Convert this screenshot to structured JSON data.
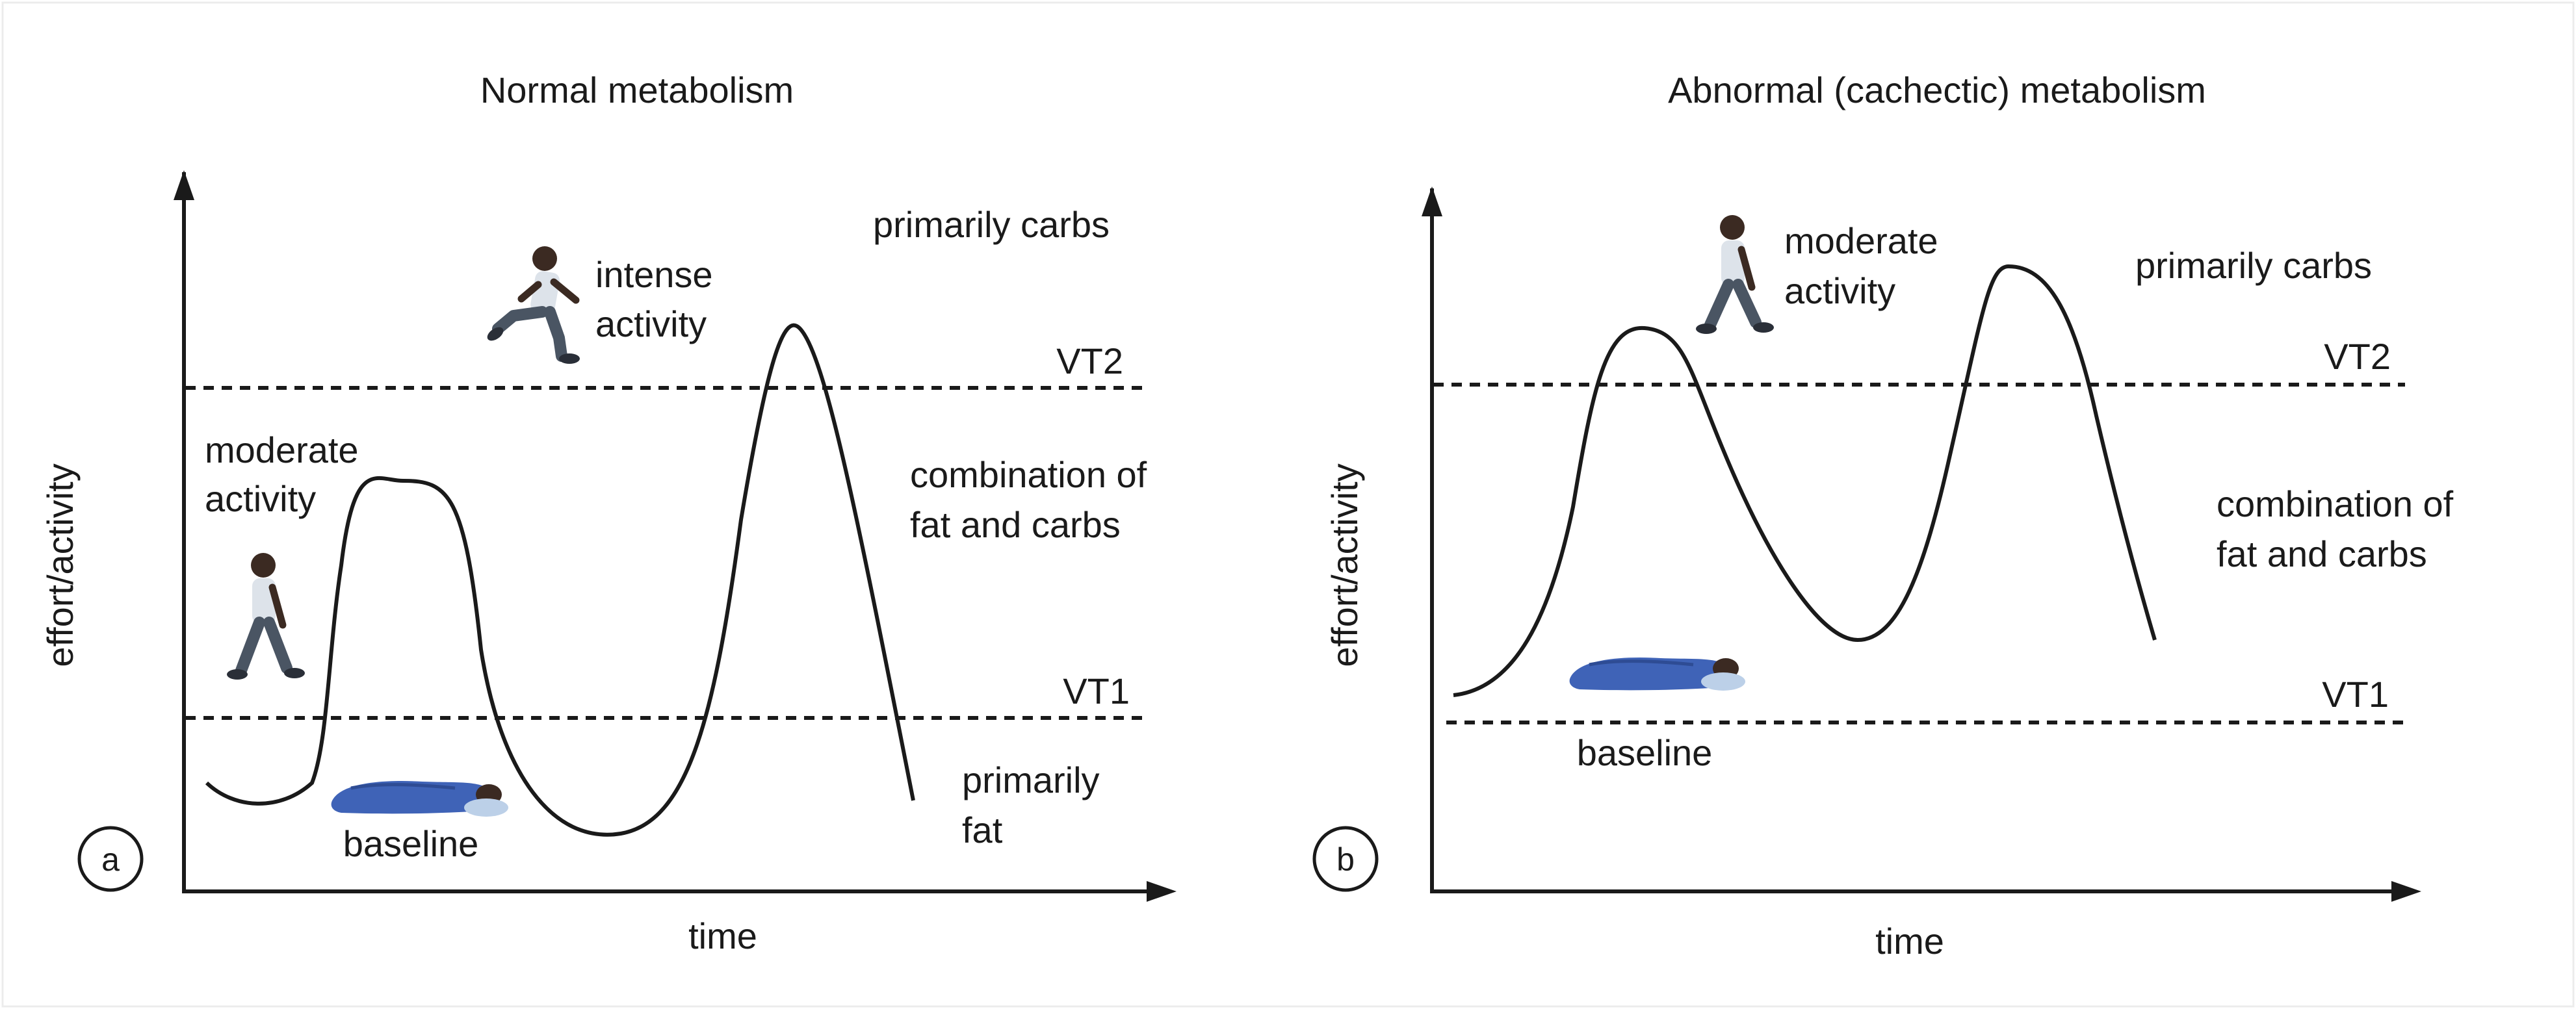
{
  "panel_a": {
    "title": "Normal metabolism",
    "circle_label": "a",
    "ylabel": "effort/activity",
    "xlabel": "time",
    "threshold_upper": "VT2",
    "threshold_lower": "VT1",
    "zone_top": "primarily carbs",
    "zone_mid_line1": "combination of",
    "zone_mid_line2": "fat and carbs",
    "zone_bottom_line1": "primarily",
    "zone_bottom_line2": "fat",
    "moderate_line1": "moderate",
    "moderate_line2": "activity",
    "intense_line1": "intense",
    "intense_line2": "activity",
    "baseline": "baseline"
  },
  "panel_b": {
    "title": "Abnormal (cachectic) metabolism",
    "circle_label": "b",
    "ylabel": "effort/activity",
    "xlabel": "time",
    "threshold_upper": "VT2",
    "threshold_lower": "VT1",
    "zone_top": "primarily carbs",
    "zone_mid_line1": "combination of",
    "zone_mid_line2": "fat and carbs",
    "moderate_line1": "moderate",
    "moderate_line2": "activity",
    "baseline": "baseline"
  },
  "icons": {
    "walker": "walking-person-icon",
    "runner": "running-person-icon",
    "sleeper": "sleeping-person-icon"
  },
  "colors": {
    "ink": "#1a1a1a",
    "skin": "#3b2a22",
    "shirt": "#dde3ea",
    "pants": "#4a5563",
    "blanket": "#3f63b7",
    "pillow": "#bcd0e8"
  }
}
